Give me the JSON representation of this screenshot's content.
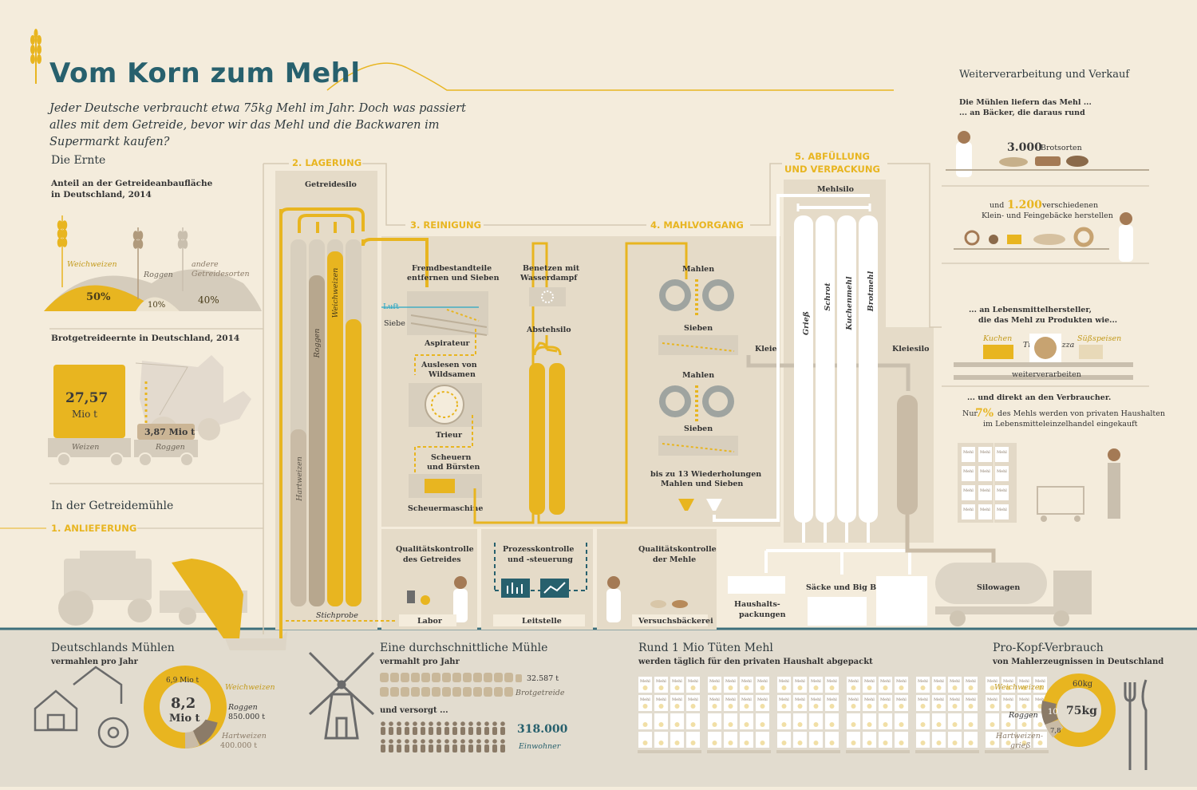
{
  "title": "Vom Korn zum Mehl",
  "intro": "Jeder Deutsche verbraucht etwa 75kg Mehl im Jahr. Doch was passiert alles mit dem Getreide, bevor wir das Mehl und die Backwaren im Supermarkt kaufen?",
  "colors": {
    "yellow": "#e8b520",
    "teal": "#27606d",
    "taupe": "#c9bfae",
    "beige": "#e5dbc8",
    "brown": "#8b7b68",
    "bottom": "#e2dccf"
  },
  "harvest": {
    "heading": "Die Ernte",
    "share_title": "Anteil an der Getreideanbaufläche in Deutschland, 2014",
    "crops": [
      {
        "label": "Weichweizen",
        "value": "50%"
      },
      {
        "label": "Roggen",
        "value": "10%"
      },
      {
        "label": "andere Getreidesorten",
        "value": "40%"
      }
    ],
    "yield_title": "Brotgetreideernte in Deutschland, 2014",
    "wheat_value": "27,57",
    "wheat_unit": "Mio t",
    "rye_value": "3,87 Mio t",
    "wheat_label": "Weizen",
    "rye_label": "Roggen"
  },
  "mill": {
    "heading": "In der Getreidemühle",
    "stage1": "1. ANLIEFERUNG",
    "stage2": "2. LAGERUNG",
    "stage3": "3. REINIGUNG",
    "stage4": "4. MAHLVORGANG",
    "stage5a": "5. ABFÜLLUNG",
    "stage5b": "UND VERPACKUNG",
    "silo": "Getreidesilo",
    "silo_grains": [
      "Hartweizen",
      "Roggen",
      "Weichweizen"
    ],
    "sample": "Stichprobe",
    "clean": {
      "step1a": "Fremdbestandteile",
      "step1b": "entfernen und Sieben",
      "air": "Luft",
      "sieves": "Siebe",
      "aspirator": "Aspirateur",
      "step2a": "Auslesen von",
      "step2b": "Wildsamen",
      "trieur": "Trieur",
      "step3a": "Scheuern",
      "step3b": "und Bürsten",
      "scourer": "Scheuermaschine",
      "wet1": "Benetzen mit",
      "wet2": "Wasserdampf",
      "temper": "Abstehsilo"
    },
    "milling": {
      "grind": "Mahlen",
      "sieve": "Sieben",
      "bran": "Kleie",
      "repeat1": "bis zu 13 Wiederholungen",
      "repeat2": "Mahlen und Sieben"
    },
    "flour_silo": "Mehlsilo",
    "flour_types": [
      "Grieß",
      "Schrot",
      "Kuchenmehl",
      "Brotmehl"
    ],
    "bran_silo": "Kleiesilo",
    "qc_grain1": "Qualitätskontrolle",
    "qc_grain2": "des Getreides",
    "lab": "Labor",
    "process1": "Prozesskontrolle",
    "process2": "und -steuerung",
    "control": "Leitstelle",
    "qc_flour1": "Qualitätskontrolle",
    "qc_flour2": "der Mehle",
    "bakery": "Versuchsbäckerei",
    "household1": "Haushalts-",
    "household2": "packungen",
    "bags": "Säcke und Big Bags",
    "tanker": "Silowagen"
  },
  "sales": {
    "heading": "Weiterverarbeitung und Verkauf",
    "l1": "Die Mühlen liefern das Mehl ...",
    "l2": "... an Bäcker, die daraus rund",
    "bread_num": "3.000",
    "bread_txt": "Brotsorten",
    "pastry_pre": "und",
    "pastry_num": "1.200",
    "pastry_txt": "verschiedenen",
    "pastry_txt2": "Klein- und Feingebäcke herstellen",
    "mfr1": "... an Lebensmittelhersteller,",
    "mfr2": "die das Mehl zu Produkten wie...",
    "pizza": "Tiefkühlpizza",
    "cakes": "Kuchen",
    "sweets": "Süßspeisen",
    "processed": "weiterverarbeiten",
    "direct": "... und direkt an den Verbraucher.",
    "share_pre": "Nur",
    "share_num": "7%",
    "share_txt": "des Mehls werden von privaten Haushalten",
    "share_txt2": "im Lebensmitteleinzelhandel eingekauft",
    "bag_label": "Mehl"
  },
  "stats": {
    "mills_title": "Deutschlands Mühlen",
    "mills_sub": "vermahlen pro Jahr",
    "mills_top": "6,9 Mio t",
    "mills_total": "8,2",
    "mills_total_unit": "Mio t",
    "mills_wheat": "Weichweizen",
    "mills_rye": "Roggen",
    "mills_rye_val": "850.000 t",
    "mills_hard": "Hartweizen",
    "mills_hard_val": "400.000 t",
    "avg_title": "Eine durchschnittliche Mühle",
    "avg_sub": "vermahlt pro Jahr",
    "avg_tons": "32.587 t",
    "avg_tons_label": "Brotgetreide",
    "avg_supply": "und versorgt ...",
    "avg_people": "318.000",
    "avg_people_label": "Einwohner",
    "bags_title": "Rund 1 Mio Tüten Mehl",
    "bags_sub": "werden täglich für den privaten Haushalt abgepackt",
    "bag_label": "Mehl",
    "pc_title": "Pro-Kopf-Verbrauch",
    "pc_sub": "von Mahlerzeugnissen in Deutschland",
    "pc_total": "75kg",
    "pc_wheat": "Weichweizen",
    "pc_wheat_val": "60kg",
    "pc_rye": "Roggen",
    "pc_rye_val": "10",
    "pc_hard1": "Hartweizen-",
    "pc_hard2": "grieß",
    "pc_hard_val": "7,8"
  }
}
